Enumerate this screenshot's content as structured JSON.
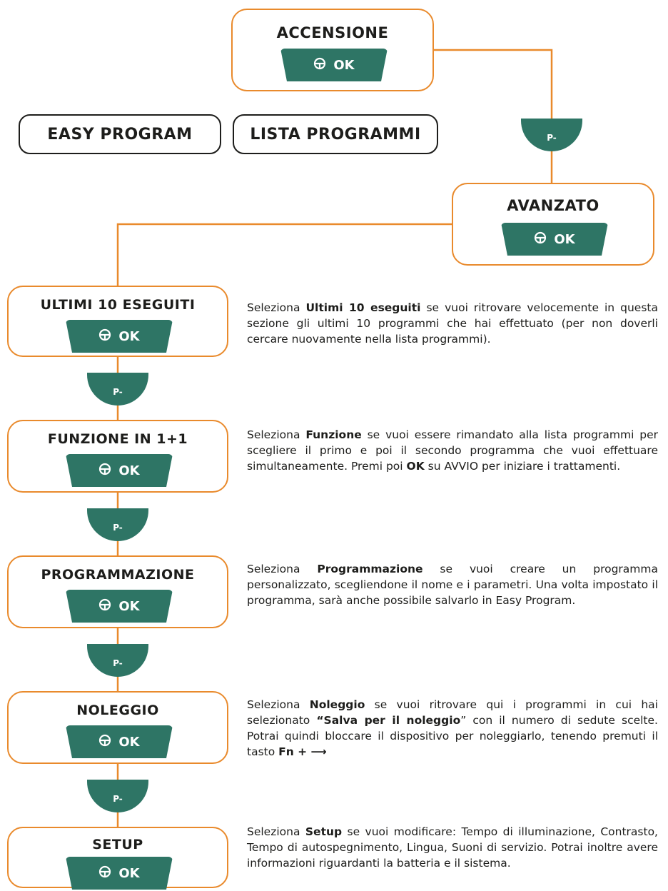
{
  "top": {
    "accensione_title": "ACCENSIONE",
    "avanzato_title": "AVANZATO",
    "ok_label": "OK",
    "p_label": "P-"
  },
  "modes": {
    "easy_program": "EASY PROGRAM",
    "lista_programmi": "LISTA PROGRAMMI"
  },
  "items": [
    {
      "title": "ULTIMI 10 ESEGUITI",
      "desc_before": "Seleziona ",
      "desc_bold": "Ultimi 10 eseguiti",
      "desc_after": " se vuoi ritrovare velocemente in questa sezione gli ultimi 10 programmi che hai effettuato (per non doverli cercare nuovamente nella lista programmi)."
    },
    {
      "title": "FUNZIONE IN 1+1",
      "desc_before": "Seleziona ",
      "desc_bold": "Funzione",
      "desc_mid": " se vuoi essere rimandato alla lista programmi per scegliere il primo e poi il secondo programma che vuoi effettuare simultaneamente. Premi poi ",
      "desc_bold2": "OK",
      "desc_after": " su AVVIO per iniziare i trattamenti."
    },
    {
      "title": "PROGRAMMAZIONE",
      "desc_before": "Seleziona ",
      "desc_bold": "Programmazione",
      "desc_after": " se vuoi creare un programma personalizzato, scegliendone il nome e i parametri. Una volta impostato il programma, sarà anche possibile salvarlo in Easy Program."
    },
    {
      "title": "NOLEGGIO",
      "desc_before": "Seleziona ",
      "desc_bold": "Noleggio",
      "desc_mid": " se vuoi ritrovare qui i programmi in cui hai selezionato ",
      "desc_bold2": "“Salva per il noleggio",
      "desc_mid2": "” con il numero di sedute scelte. Potrai quindi bloccare il dispositivo per noleggiarlo, tenendo premuti il tasto ",
      "desc_bold3": "Fn + ⟶"
    },
    {
      "title": "SETUP",
      "desc_before": "Seleziona ",
      "desc_bold": "Setup",
      "desc_after": " se vuoi modificare: Tempo di illuminazione, Contrasto, Tempo di autospegnimento, Lingua, Suoni di servizio. Potrai inoltre avere informazioni riguardanti la batteria e il sistema."
    }
  ],
  "colors": {
    "orange": "#e98a2c",
    "green": "#2e7565",
    "text": "#1d1d1b"
  }
}
